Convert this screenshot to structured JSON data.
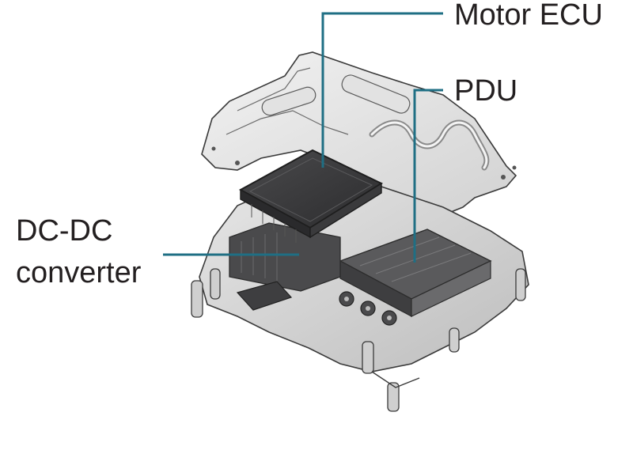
{
  "labels": {
    "motor_ecu": "Motor ECU",
    "pdu": "PDU",
    "dcdc_line1": "DC-DC",
    "dcdc_line2": "converter"
  },
  "colors": {
    "leader_line": "#1f6f84",
    "text": "#231f20",
    "outline": "#3a3a3a",
    "ecu_fill": "#3b3b3d",
    "housing_fill": "#d9d9d9",
    "shield_fill": "#ececec",
    "dark_parts": "#4a4a4c"
  }
}
